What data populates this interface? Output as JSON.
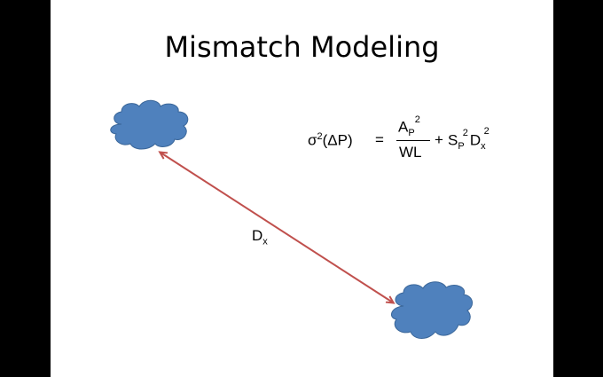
{
  "slide": {
    "title": "Mismatch Modeling"
  },
  "formula": {
    "lhs_sigma": "σ",
    "lhs_exp": "2",
    "lhs_arg": "(ΔP)",
    "equals": "=",
    "num_main": "A",
    "num_sub": "P",
    "num_exp": "2",
    "den": "WL",
    "plus": "+",
    "term_s": "S",
    "term_s_sub": "P",
    "term_s_exp": "2",
    "term_d": "D",
    "term_d_sub": "x",
    "term_d_exp": "2"
  },
  "distance_label": {
    "main": "D",
    "sub": "x"
  },
  "colors": {
    "cloud_fill": "#4f81bd",
    "cloud_stroke": "#3a6699",
    "arrow": "#c0504d"
  }
}
